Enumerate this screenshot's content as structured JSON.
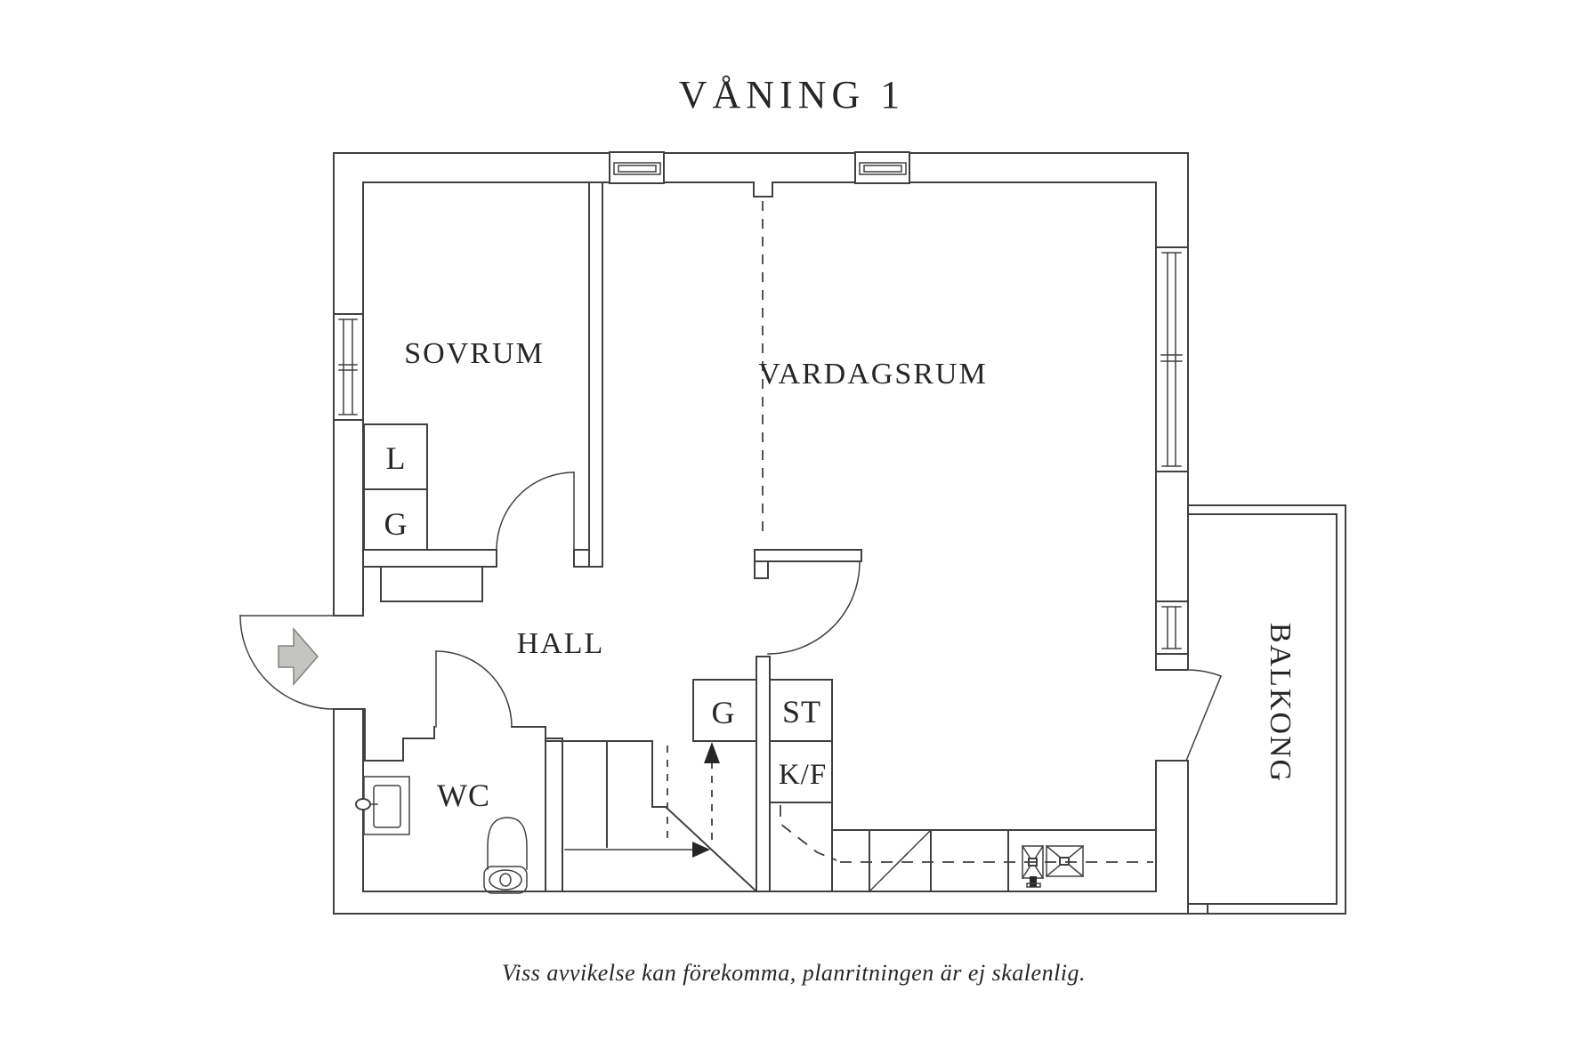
{
  "title": "VÅNING 1",
  "rooms": {
    "bedroom": "SOVRUM",
    "living": "VARDAGSRUM",
    "hall": "HALL",
    "wc": "WC",
    "balcony": "BALKONG"
  },
  "closets": {
    "bedroom_l": "L",
    "bedroom_g": "G",
    "hall_g": "G",
    "hall_st": "ST",
    "kitchen_kf": "K/F"
  },
  "note": "Viss avvikelse kan förekomma, planritningen är ej skalenlig.",
  "colors": {
    "wall_line": "#404040",
    "text": "#262626",
    "entry_arrow_fill": "#c4c4c0",
    "entry_arrow_stroke": "#82827e",
    "background": "#ffffff"
  }
}
